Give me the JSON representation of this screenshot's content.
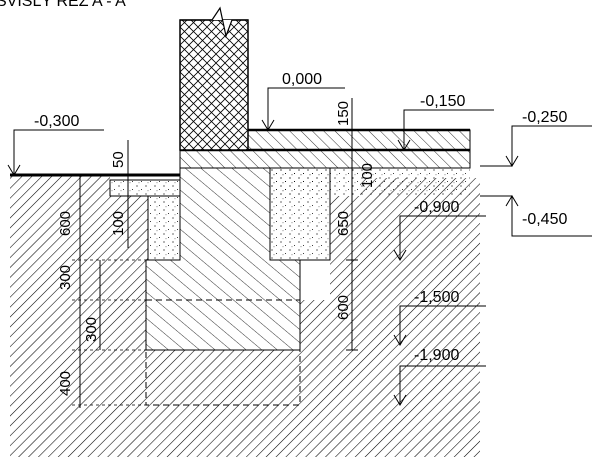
{
  "section_title": "SVISLÝ ŘEZ A - A",
  "levels": {
    "floor": "0,000",
    "upper_right": "-0,150",
    "terrain_right": "-0,250",
    "terrain_left": "-0,300",
    "gravel_bottom": "-0,450",
    "footing_top": "-0,900",
    "footing_mid": "-1,500",
    "footing_bottom": "-1,900"
  },
  "dimensions": {
    "top_150": "150",
    "top_100": "100",
    "left_50": "50",
    "left_100": "100",
    "left_600": "600",
    "left_300a": "300",
    "left_300b": "300",
    "left_400": "400",
    "mid_650": "650",
    "mid_600": "600"
  },
  "colors": {
    "line": "#000000",
    "background": "#ffffff"
  }
}
